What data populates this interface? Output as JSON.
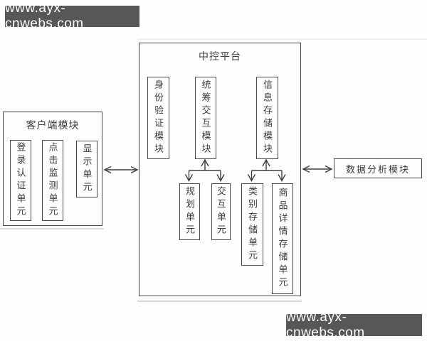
{
  "watermarks": {
    "top": "www.ayx-cnwebs.com",
    "bottom": "www.ayx-cnwebs.com"
  },
  "client_module": {
    "title": "客户端模块",
    "units": [
      {
        "label": "登录认证单元"
      },
      {
        "label": "点击监测单元"
      },
      {
        "label": "显示单元"
      }
    ]
  },
  "platform": {
    "title": "中控平台",
    "modules": [
      {
        "label": "身份验证模块"
      },
      {
        "label": "统筹交互模块"
      },
      {
        "label": "信息存储模块"
      }
    ],
    "units": [
      {
        "label": "规划单元"
      },
      {
        "label": "交互单元"
      },
      {
        "label": "类别存储单元"
      },
      {
        "label": "商品详情存储单元"
      }
    ]
  },
  "analysis_module": {
    "title": "数据分析模块"
  },
  "colors": {
    "banner_bg": "#575757",
    "banner_text": "#ffffff",
    "line": "#3d3d3d",
    "background": "#fefefe"
  }
}
